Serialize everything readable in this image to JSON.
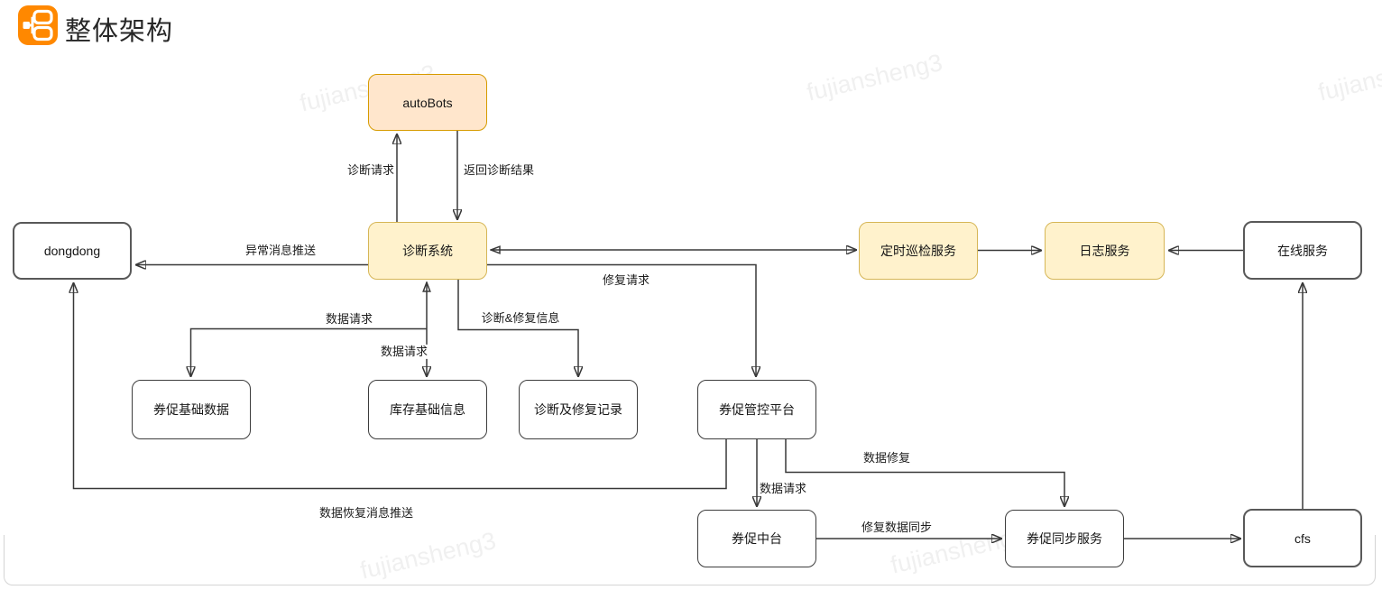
{
  "header": {
    "title": "整体架构",
    "icon": "flowchart-icon",
    "icon_bg_color": "#FF8800"
  },
  "watermark": {
    "text": "fujiansheng3"
  },
  "diagram": {
    "colors": {
      "orange_node_fill": "#FFE6CC",
      "orange_node_border": "#D79B00",
      "yellow_node_fill": "#FFF2CC",
      "yellow_node_border": "#D6B656",
      "plain_node_border": "#595959",
      "line_color": "#383838"
    },
    "nodes": [
      {
        "id": "autobots",
        "label": "autoBots",
        "style": "orange"
      },
      {
        "id": "diagnosis-system",
        "label": "诊断系统",
        "style": "yellow"
      },
      {
        "id": "dongdong",
        "label": "dongdong",
        "style": "plain"
      },
      {
        "id": "scheduled-inspection-service",
        "label": "定时巡检服务",
        "style": "yellow"
      },
      {
        "id": "log-service",
        "label": "日志服务",
        "style": "yellow"
      },
      {
        "id": "online-service",
        "label": "在线服务",
        "style": "plain"
      },
      {
        "id": "promo-base-data",
        "label": "券促基础数据",
        "style": "white"
      },
      {
        "id": "inventory-base-info",
        "label": "库存基础信息",
        "style": "white"
      },
      {
        "id": "diagnosis-repair-records",
        "label": "诊断及修复记录",
        "style": "white"
      },
      {
        "id": "promo-control-platform",
        "label": "券促管控平台",
        "style": "white"
      },
      {
        "id": "promo-middle-platform",
        "label": "券促中台",
        "style": "white"
      },
      {
        "id": "promo-sync-service",
        "label": "券促同步服务",
        "style": "white"
      },
      {
        "id": "cfs",
        "label": "cfs",
        "style": "plain"
      }
    ],
    "edges": [
      {
        "from": "诊断系统",
        "to": "autoBots",
        "label": "诊断请求"
      },
      {
        "from": "autoBots",
        "to": "诊断系统",
        "label": "返回诊断结果"
      },
      {
        "from": "诊断系统",
        "to": "dongdong",
        "label": "异常消息推送"
      },
      {
        "from": "诊断系统",
        "to": "定时巡检服务",
        "label": "",
        "style": "bidirectional"
      },
      {
        "from": "定时巡检服务",
        "to": "日志服务",
        "label": ""
      },
      {
        "from": "在线服务",
        "to": "日志服务",
        "label": ""
      },
      {
        "from": "诊断系统",
        "to": "券促管控平台",
        "label": "修复请求"
      },
      {
        "from": "诊断系统",
        "to": "券促基础数据",
        "label": "数据请求"
      },
      {
        "from": "诊断系统",
        "to": "库存基础信息",
        "label": "数据请求",
        "style": "bidirectional"
      },
      {
        "from": "诊断系统",
        "to": "诊断及修复记录",
        "label": "诊断&修复信息"
      },
      {
        "from": "券促管控平台",
        "to": "dongdong",
        "label": "数据恢复消息推送"
      },
      {
        "from": "券促管控平台",
        "to": "券促中台",
        "label": "数据请求"
      },
      {
        "from": "券促管控平台",
        "to": "券促同步服务",
        "label": "数据修复"
      },
      {
        "from": "券促中台",
        "to": "券促同步服务",
        "label": "修复数据同步"
      },
      {
        "from": "券促同步服务",
        "to": "cfs",
        "label": ""
      },
      {
        "from": "cfs",
        "to": "在线服务",
        "label": ""
      }
    ]
  }
}
